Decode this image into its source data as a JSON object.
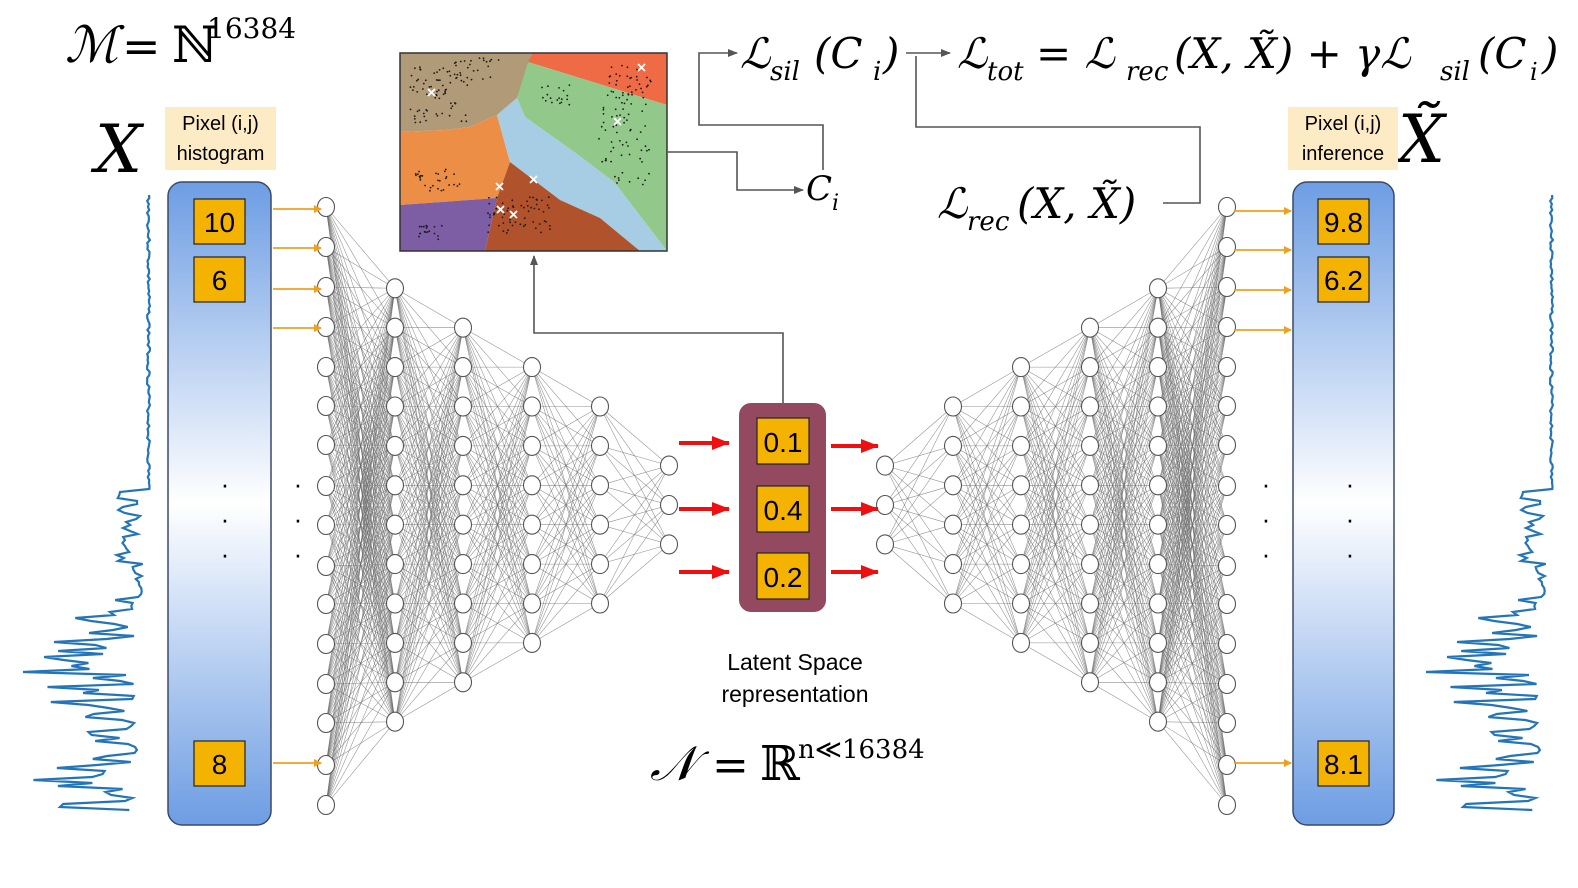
{
  "colors": {
    "column_top": "#6d9de3",
    "column_mid": "#ffffff",
    "column_bottom": "#6d9de3",
    "value_box": "#f5b301",
    "latent_box": "#934a60",
    "pixel_label_bg": "#fdebc5",
    "orange_arrow": "#f0a020",
    "red_arrow": "#ee1010",
    "histogram": "#2474b8",
    "cluster_tan": "#b09a78",
    "cluster_red": "#ef6b45",
    "cluster_green": "#92c98a",
    "cluster_orange": "#ec8e45",
    "cluster_blue": "#a6cde3",
    "cluster_purple": "#7d5da3",
    "cluster_brown": "#b0522c"
  },
  "formulas": {
    "input_space_lhs": "ℳ",
    "input_space_rhs": "ℕ",
    "input_space_exp": "16384",
    "latent_space_lhs": "𝒩",
    "latent_space_rhs": "ℝ",
    "latent_space_exp": "n≪16384",
    "equals": "=",
    "loss_sil": "ℒ",
    "loss_sil_sub": "sil",
    "loss_sil_arg": "(C",
    "loss_sil_arg_sub": "i",
    "loss_sil_close": ")",
    "loss_tot": "ℒ",
    "loss_tot_sub": "tot",
    "loss_tot_rhs_1": "= ℒ",
    "loss_tot_rhs_1_sub": "rec",
    "loss_tot_rhs_1_arg": "(X, X̃) + γℒ",
    "loss_tot_rhs_2_sub": "sil",
    "loss_tot_rhs_2_arg": "(C",
    "loss_tot_rhs_2_arg_sub": "i",
    "loss_tot_rhs_2_close": ")",
    "loss_rec": "ℒ",
    "loss_rec_sub": "rec",
    "loss_rec_arg": "(X, X̃)",
    "cluster_label": "C",
    "cluster_label_sub": "i",
    "input_symbol": "X",
    "output_symbol": "X̃"
  },
  "input_column": {
    "label_line1": "Pixel (i,j)",
    "label_line2": "histogram",
    "values": [
      "10",
      "6",
      "8"
    ],
    "ellipsis": "·"
  },
  "output_column": {
    "label_line1": "Pixel (i,j)",
    "label_line2": "inference",
    "values": [
      "9.8",
      "6.2",
      "8.1"
    ],
    "ellipsis": "·"
  },
  "latent": {
    "values": [
      "0.1",
      "0.4",
      "0.2"
    ],
    "caption_line1": "Latent Space",
    "caption_line2": "representation"
  },
  "network": {
    "encoder_layer_sizes": [
      16,
      12,
      10,
      8,
      6,
      3
    ],
    "decoder_layer_sizes": [
      3,
      6,
      8,
      10,
      12,
      16
    ]
  }
}
